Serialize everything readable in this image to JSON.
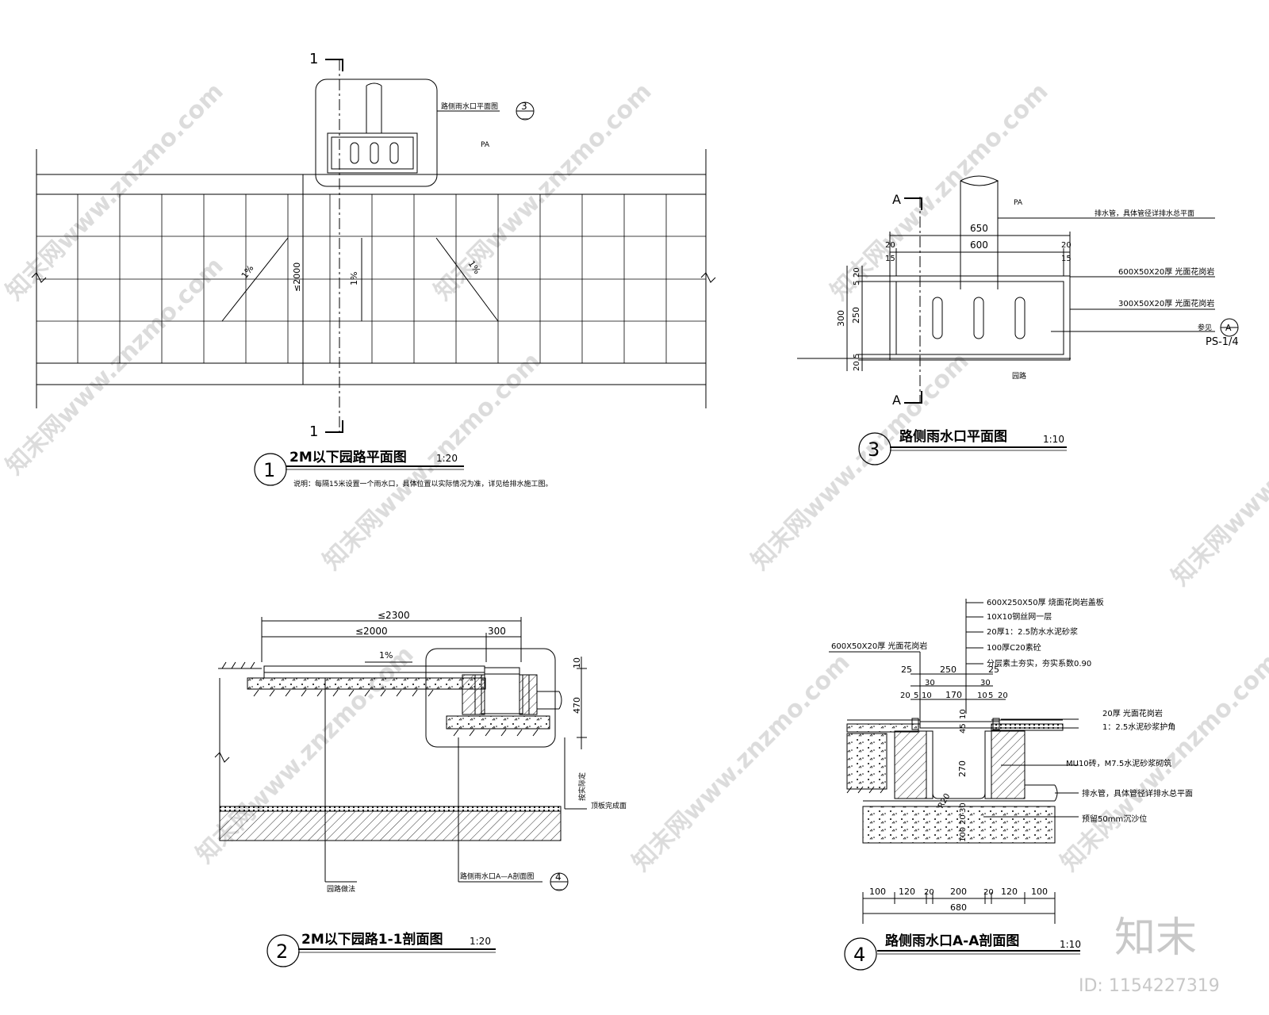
{
  "watermark": {
    "text": "知末网www.znzmo.com",
    "logo": "知末",
    "id": "ID: 1154227319"
  },
  "drawing1": {
    "number": "1",
    "title": "2M以下园路平面图",
    "scale": "1:20",
    "note": "说明：每隔15米设置一个雨水口，具体位置以实际情况为准，详见给排水施工图。",
    "section_mark": "1",
    "callout_label": "路侧雨水口平面图",
    "callout_num": "3",
    "callout_sheet": "—",
    "pa": "PA",
    "slope": "1%",
    "width_dim": "≤2000"
  },
  "drawing2": {
    "number": "2",
    "title": "2M以下园路1-1剖面图",
    "scale": "1:20",
    "dims": [
      "≤2300",
      "≤2000",
      "300",
      "10",
      "470"
    ],
    "slope": "1%",
    "label_depth": "按实际定",
    "label_ground": "顶板完成面",
    "label_road": "园路做法",
    "callout_label": "路侧雨水口A—A剖面图",
    "callout_num": "4",
    "callout_sheet": "—"
  },
  "drawing3": {
    "number": "3",
    "title": "路侧雨水口平面图",
    "scale": "1:10",
    "section_mark": "A",
    "pa": "PA",
    "dims_top": [
      "650",
      "600",
      "20",
      "20",
      "15",
      "15"
    ],
    "dims_side": [
      "20",
      "5",
      "250",
      "5",
      "20",
      "300"
    ],
    "labels": [
      "排水管，具体管径详排水总平面",
      "600X50X20厚 光面花岗岩",
      "300X50X20厚 光面花岗岩",
      "参见"
    ],
    "detail_num": "A",
    "detail_sheet": "PS-1/4",
    "road_label": "园路"
  },
  "drawing4": {
    "number": "4",
    "title": "路侧雨水口A-A剖面图",
    "scale": "1:10",
    "layers": [
      "600X250X50厚 烧面花岗岩盖板",
      "10X10钢丝网一层",
      "20厚1：2.5防水水泥砂浆",
      "100厚C20素砼",
      "分层素土夯实，夯实系数0.90"
    ],
    "left_label": "600X50X20厚 光面花岗岩",
    "right_labels": [
      "20厚 光面花岗岩",
      "1：2.5水泥砂浆护角",
      "MU10砖，M7.5水泥砂浆砌筑",
      "排水管，具体管径详排水总平面",
      "预留50mm沉沙位"
    ],
    "dims_top1": [
      "25",
      "250",
      "25"
    ],
    "dims_top2": [
      "30",
      "30"
    ],
    "dims_top3": [
      "20",
      "5",
      "10",
      "170",
      "10",
      "5",
      "20"
    ],
    "dims_v": [
      "45",
      "10",
      "270",
      "30",
      "20",
      "100",
      "R20"
    ],
    "dims_bottom": [
      "100",
      "120",
      "20",
      "200",
      "20",
      "120",
      "100"
    ],
    "dims_total": "680"
  }
}
